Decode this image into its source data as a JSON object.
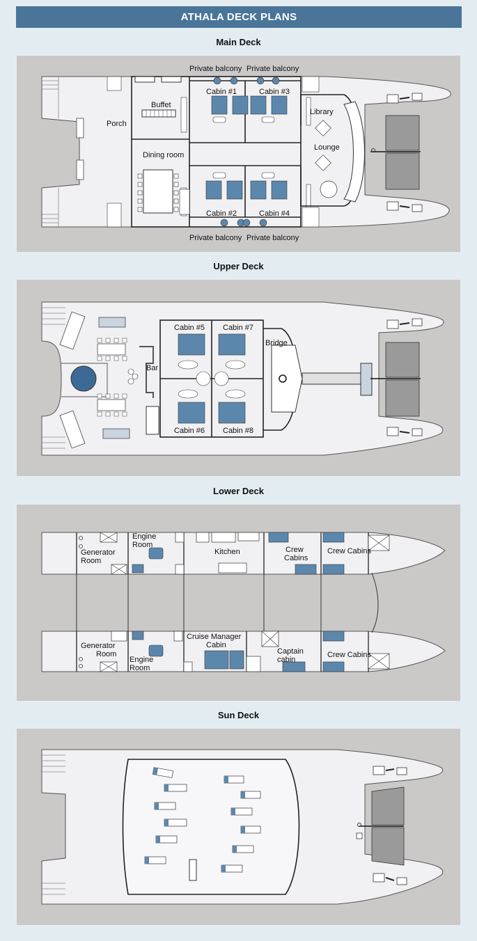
{
  "header": {
    "title": "ATHALA DECK PLANS"
  },
  "colors": {
    "header_bg": "#4a7599",
    "panel_bg": "#cbc8c8",
    "hull": "#f1f1f3",
    "bed_blue": "#5c87ad",
    "page_bg": "#e3edf1"
  },
  "decks": {
    "main": {
      "title": "Main Deck",
      "labels": {
        "private_balcony_1": "Private balcony",
        "private_balcony_2": "Private balcony",
        "private_balcony_3": "Private balcony",
        "private_balcony_4": "Private balcony",
        "cabin1": "Cabin #1",
        "cabin2": "Cabin #2",
        "cabin3": "Cabin #3",
        "cabin4": "Cabin #4",
        "buffet": "Buffet",
        "porch": "Porch",
        "dining_room": "Dining room",
        "library": "Library",
        "lounge": "Lounge"
      }
    },
    "upper": {
      "title": "Upper Deck",
      "labels": {
        "cabin5": "Cabin #5",
        "cabin6": "Cabin #6",
        "cabin7": "Cabin #7",
        "cabin8": "Cabin #8",
        "bridge": "Bridge",
        "bar": "Bar"
      }
    },
    "lower": {
      "title": "Lower Deck",
      "labels": {
        "generator_room_top_1": "Generator",
        "generator_room_top_2": "Room",
        "engine_room_top_1": "Engine",
        "engine_room_top_2": "Room",
        "kitchen": "Kitchen",
        "crew_cabins_top_1": "Crew",
        "crew_cabins_top_2": "Cabins",
        "crew_cabins_top_right": "Crew Cabins",
        "generator_room_bottom_1": "Generator",
        "generator_room_bottom_2": "Room",
        "engine_room_bottom_1": "Engine",
        "engine_room_bottom_2": "Room",
        "cruise_manager_1": "Cruise Manager",
        "cruise_manager_2": "Cabin",
        "captain_1": "Captain",
        "captain_2": "cabin",
        "crew_cabins_bottom": "Crew Cabins"
      }
    },
    "sun": {
      "title": "Sun Deck"
    }
  }
}
